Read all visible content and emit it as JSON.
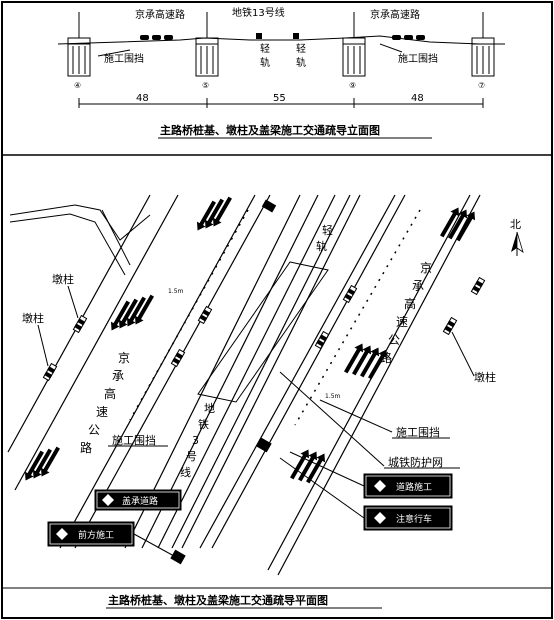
{
  "elevation": {
    "label_left": "京承高速路",
    "label_mid": "地铁13号线",
    "label_right": "京承高速路",
    "rail_left": "轻",
    "rail_left2": "轨",
    "rail_right": "轻",
    "rail_right2": "轨",
    "fence_left": "施工围挡",
    "fence_right": "施工围挡",
    "pier_numbers": [
      "④",
      "⑤",
      "⑨",
      "⑦"
    ],
    "spans": [
      "48",
      "55",
      "48"
    ],
    "title": "主路桥桩基、墩柱及盖梁施工交通疏导立面图"
  },
  "plan": {
    "north": "北",
    "pier_label_1": "墩柱",
    "pier_label_2": "墩柱",
    "pier_label_3": "墩柱",
    "road_left": [
      "京",
      "承",
      "高",
      "速",
      "公",
      "路"
    ],
    "road_right": [
      "京",
      "承",
      "高",
      "速",
      "公",
      "路"
    ],
    "rail_label": [
      "轻",
      "轨"
    ],
    "metro_label": [
      "地",
      "铁",
      "3",
      "号",
      "线"
    ],
    "fence_left": "施工围挡",
    "fence_right": "施工围挡",
    "mesh": "城铁防护网",
    "sign_1": "盖承道路",
    "sign_2": "前方施工",
    "sign_3": "道路施工",
    "sign_4": "注意行车",
    "dim_small_1": "1.5m",
    "dim_small_2": "1.5m",
    "title": "主路桥桩基、墩柱及盖梁施工交通疏导平面图"
  },
  "colors": {
    "line": "#000000",
    "sign_bg": "#000000",
    "sign_text": "#ffffff"
  }
}
